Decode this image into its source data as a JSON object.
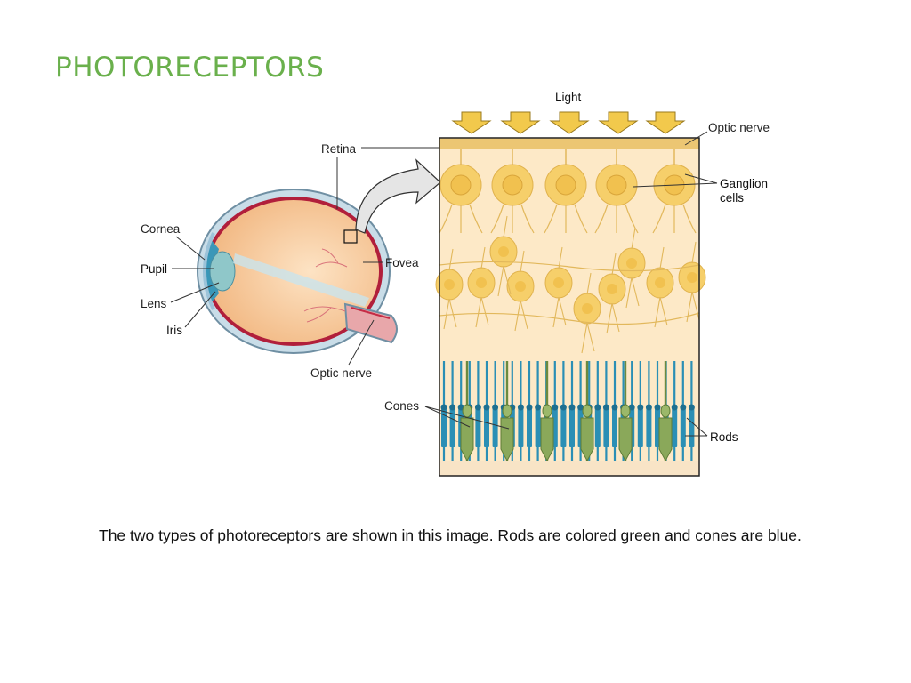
{
  "slide": {
    "title": "PHOTORECEPTORS",
    "caption": "The two types of photoreceptors are shown in this image. Rods are colored green and cones are blue."
  },
  "diagram": {
    "labels": {
      "light": "Light",
      "retina": "Retina",
      "cornea": "Cornea",
      "pupil": "Pupil",
      "lens": "Lens",
      "iris": "Iris",
      "fovea": "Fovea",
      "optic_nerve_eye": "Optic nerve",
      "optic_nerve_retina": "Optic nerve",
      "ganglion_line1": "Ganglion",
      "ganglion_line2": "cells",
      "cones": "Cones",
      "rods": "Rods"
    },
    "colors": {
      "title": "#6ab04c",
      "arrow_light": "#f2c94c",
      "retina_bg": "#fde9c7",
      "cell": "#f6cf6a",
      "cone_blue": "#2b8fb5",
      "rod_green": "#8aa85a"
    }
  }
}
